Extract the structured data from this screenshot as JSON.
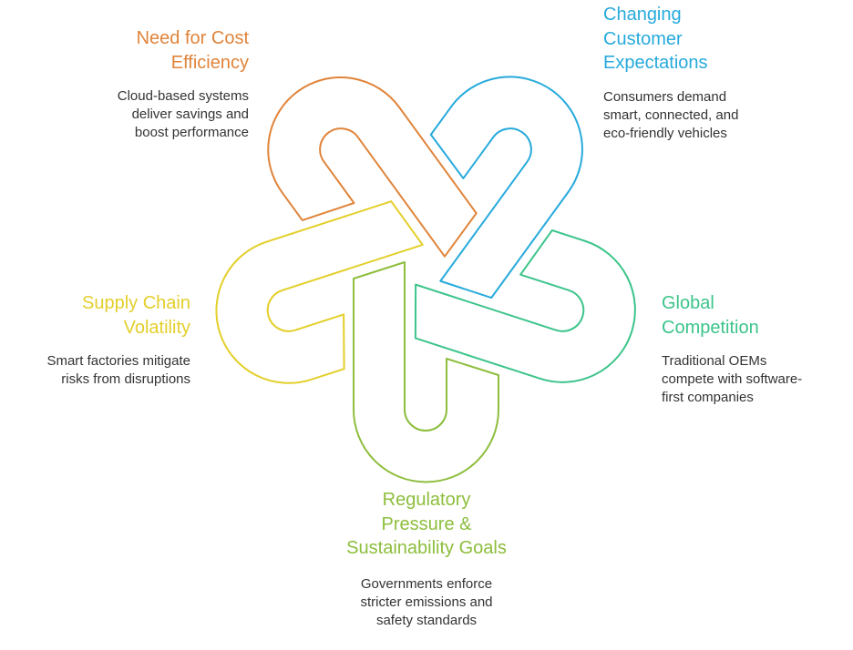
{
  "items": [
    {
      "id": "cost",
      "title_lines": [
        "Need for Cost",
        "Efficiency"
      ],
      "desc_lines": [
        "Cloud-based systems",
        "deliver savings and",
        "boost performance"
      ],
      "color": "#E0843A"
    },
    {
      "id": "customer",
      "title_lines": [
        "Changing",
        "Customer",
        "Expectations"
      ],
      "desc_lines": [
        "Consumers demand",
        "smart, connected, and",
        "eco-friendly vehicles"
      ],
      "color": "#27AADC"
    },
    {
      "id": "competition",
      "title_lines": [
        "Global",
        "Competition"
      ],
      "desc_lines": [
        "Traditional OEMs",
        "compete with software-",
        "first companies"
      ],
      "color": "#3CC48A"
    },
    {
      "id": "regulatory",
      "title_lines": [
        "Regulatory",
        "Pressure &",
        "Sustainability Goals"
      ],
      "desc_lines": [
        "Governments enforce",
        "stricter emissions and",
        "safety standards"
      ],
      "color": "#8DBE3C"
    },
    {
      "id": "supply",
      "title_lines": [
        "Supply Chain",
        "Volatility"
      ],
      "desc_lines": [
        "Smart factories mitigate",
        "risks from disruptions"
      ],
      "color": "#E3CF2A"
    }
  ]
}
